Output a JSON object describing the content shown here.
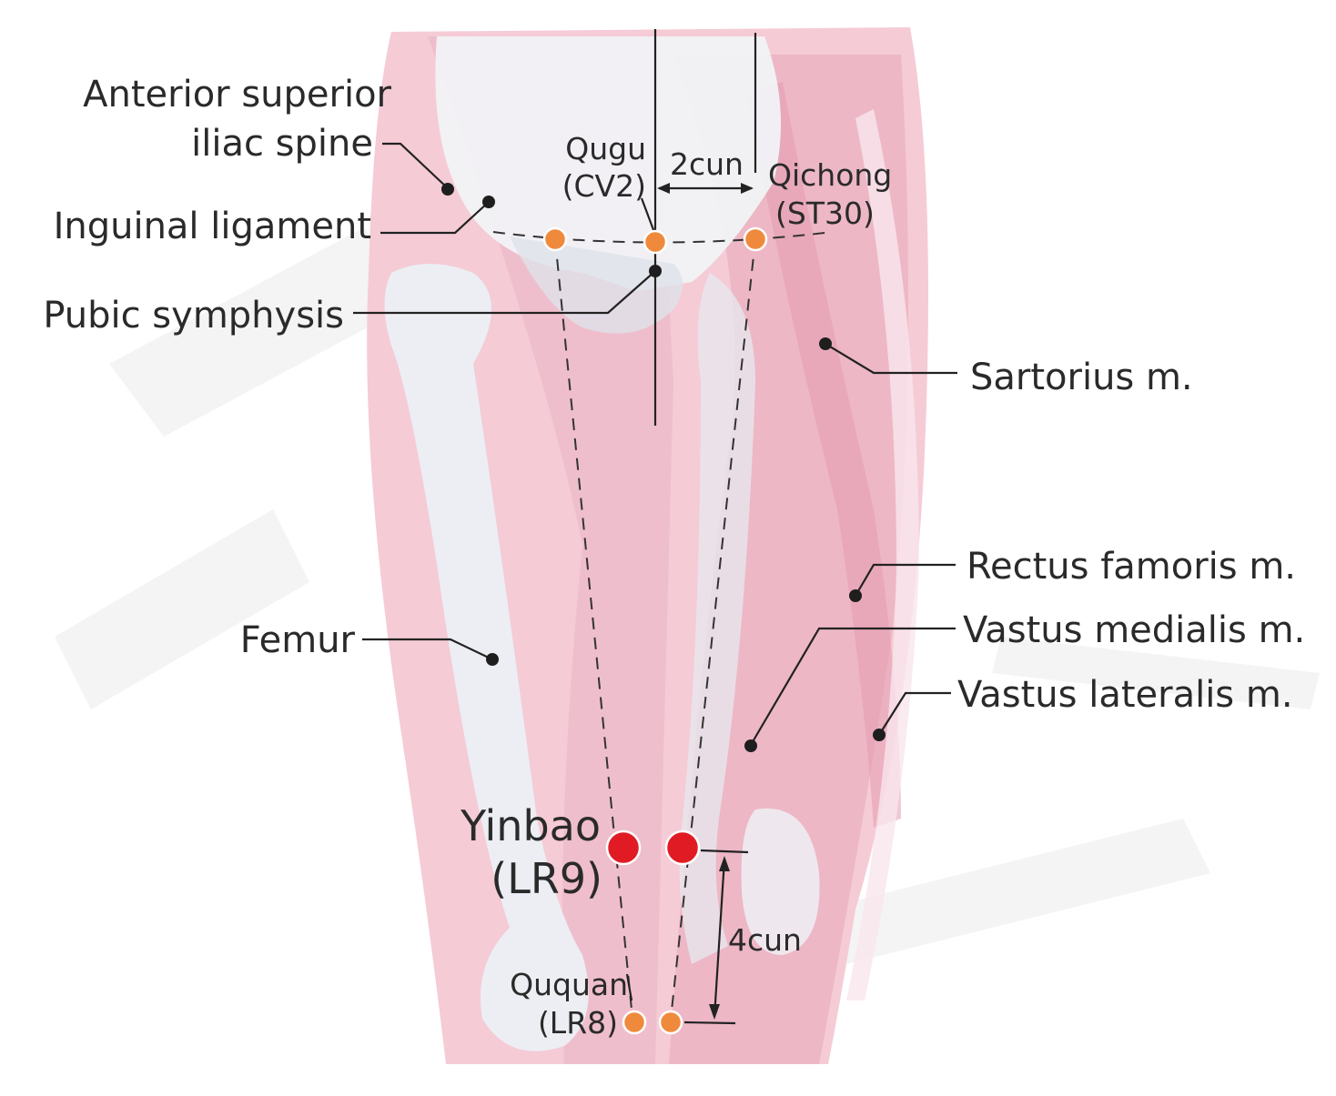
{
  "labels": {
    "asis_line1": "Anterior superior",
    "asis_line2": "iliac spine",
    "inguinal": "Inguinal ligament",
    "pubic": "Pubic symphysis",
    "femur": "Femur",
    "sartorius": "Sartorius m.",
    "rectus": "Rectus famoris m.",
    "vastus_medialis": "Vastus medialis m.",
    "vastus_lateralis": "Vastus lateralis m."
  },
  "points": {
    "qugu_name": "Qugu",
    "qugu_code": "(CV2)",
    "qichong_name": "Qichong",
    "qichong_code": "(ST30)",
    "yinbao_name": "Yinbao",
    "yinbao_code": "(LR9)",
    "ququan_name": "Ququan",
    "ququan_code": "(LR8)"
  },
  "measurements": {
    "width": "2cun",
    "height": "4cun"
  },
  "colors": {
    "muscle": "#f2c3d0",
    "muscle_deep": "#e8a8ba",
    "bone": "#eef0f4",
    "point_orange": "#ef8a3c",
    "point_red": "#e01b24"
  }
}
